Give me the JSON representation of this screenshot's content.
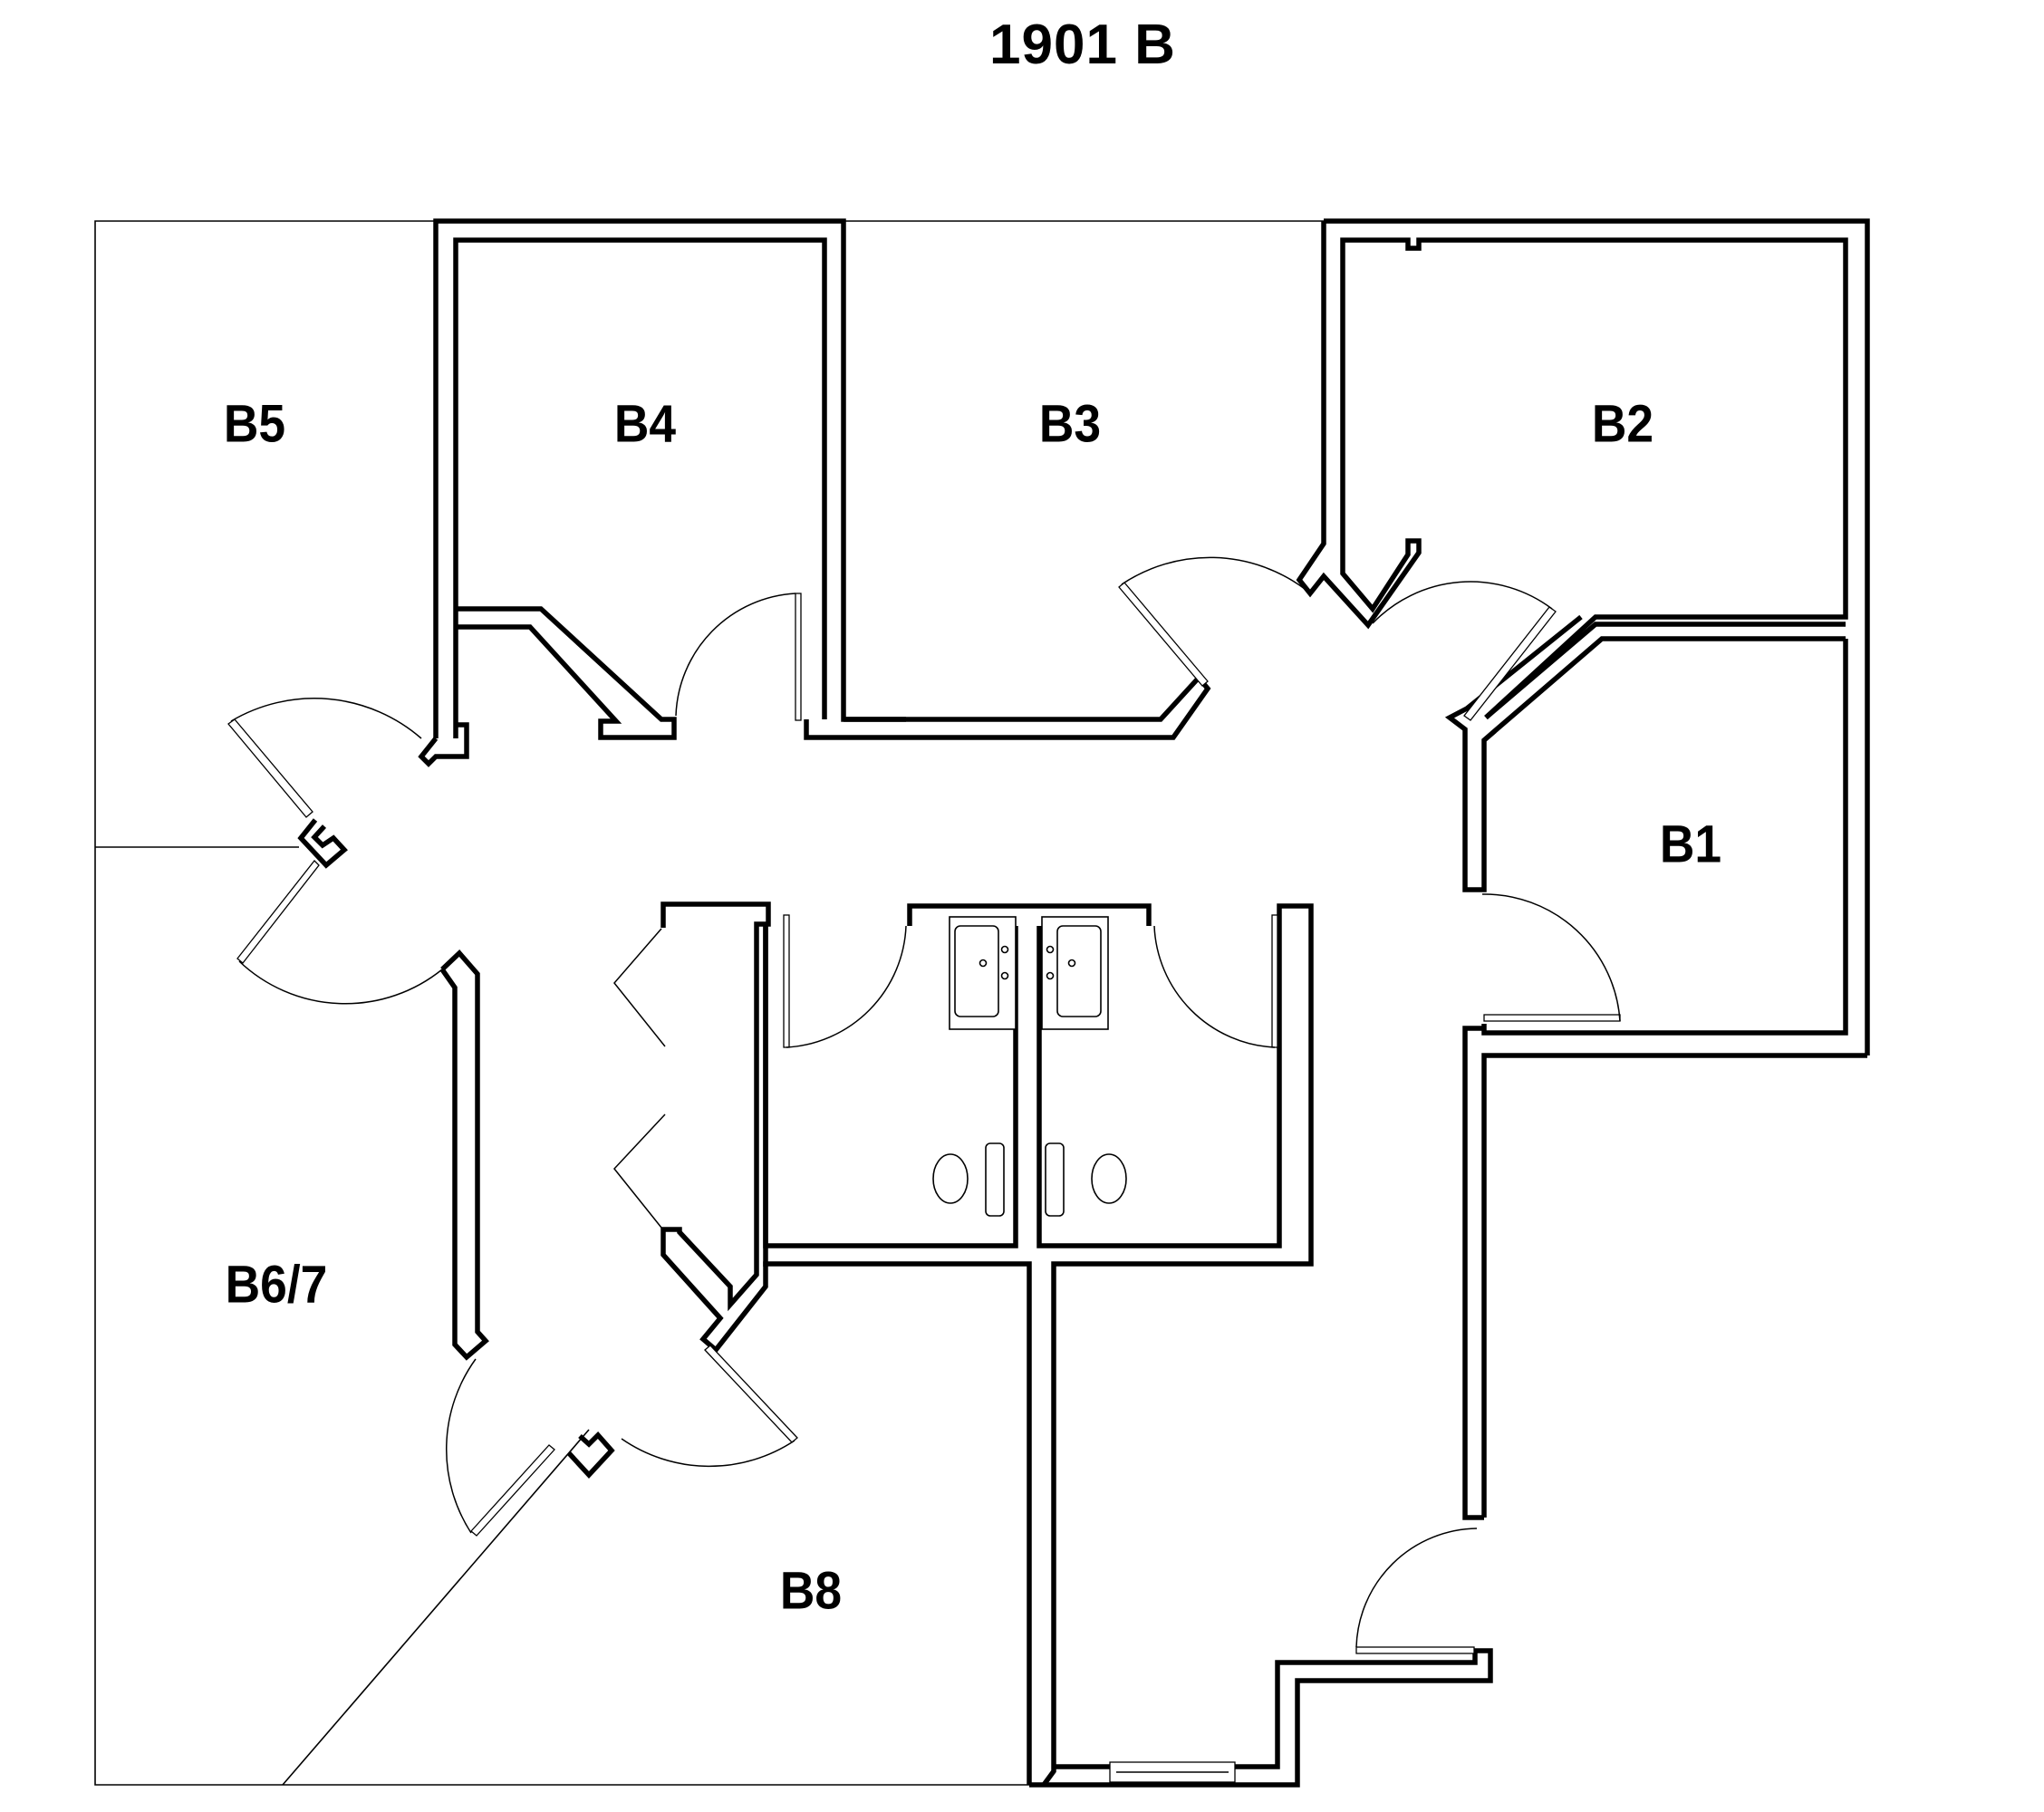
{
  "title": "1901 B",
  "rooms": [
    {
      "id": "B1",
      "label": "B1"
    },
    {
      "id": "B2",
      "label": "B2"
    },
    {
      "id": "B3",
      "label": "B3"
    },
    {
      "id": "B4",
      "label": "B4"
    },
    {
      "id": "B5",
      "label": "B5"
    },
    {
      "id": "B6/7",
      "label": "B6/7"
    },
    {
      "id": "B8",
      "label": "B8"
    }
  ],
  "colors": {
    "line": "#000000",
    "background": "#ffffff"
  }
}
